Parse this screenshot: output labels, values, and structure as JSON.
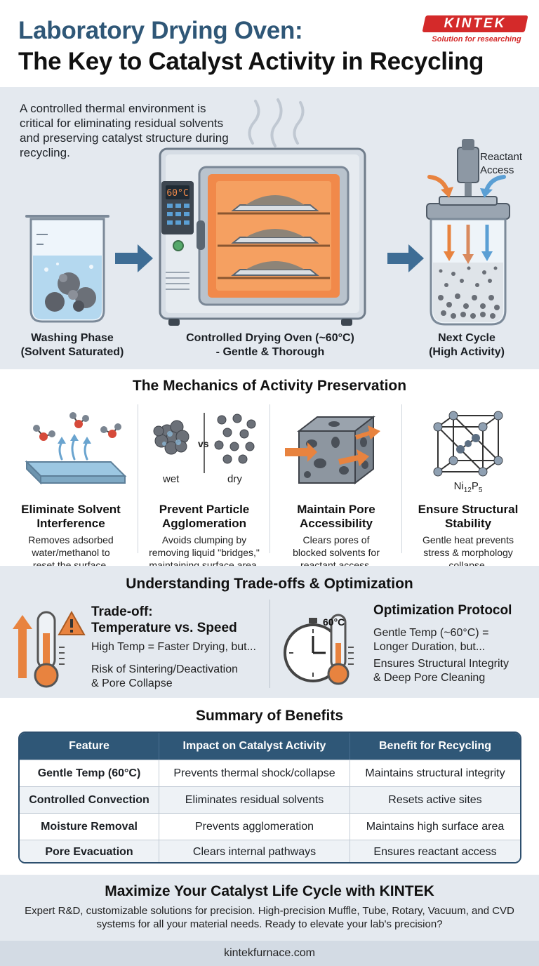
{
  "header": {
    "title_line1": "Laboratory Drying Oven:",
    "title_line2": "The Key to Catalyst Activity in Recycling",
    "logo_text": "KINTEK",
    "logo_tagline": "Solution for researching"
  },
  "hero": {
    "intro": "A controlled thermal environment is critical for eliminating residual solvents and preserving catalyst structure during recycling.",
    "oven_display": "60°C",
    "reactant_label_line1": "Reactant",
    "reactant_label_line2": "Access",
    "captions": [
      {
        "line1": "Washing Phase",
        "line2": "(Solvent Saturated)"
      },
      {
        "line1": "Controlled Drying Oven (~60°C)",
        "line2": "- Gentle & Thorough"
      },
      {
        "line1": "Next Cycle",
        "line2": "(High Activity)"
      }
    ]
  },
  "mechanics": {
    "title": "The Mechanics of Activity Preservation",
    "wet_label": "wet",
    "vs_label": "vs",
    "dry_label": "dry",
    "formula": "Ni",
    "formula_sub1": "12",
    "formula_mid": "P",
    "formula_sub2": "5",
    "items": [
      {
        "title_line1": "Eliminate Solvent",
        "title_line2": "Interference",
        "desc_line1": "Removes adsorbed",
        "desc_line2": "water/methanol to",
        "desc_line3": "reset the surface."
      },
      {
        "title_line1": "Prevent Particle",
        "title_line2": "Agglomeration",
        "desc_line1": "Avoids clumping by",
        "desc_line2": "removing liquid \"bridges,\"",
        "desc_line3": "maintaining surface area."
      },
      {
        "title_line1": "Maintain Pore",
        "title_line2": "Accessibility",
        "desc_line1": "Clears pores of",
        "desc_line2": "blocked solvents for",
        "desc_line3": "reactant access."
      },
      {
        "title_line1": "Ensure Structural",
        "title_line2": "Stability",
        "desc_line1": "Gentle heat prevents",
        "desc_line2": "stress & morphology",
        "desc_line3": "collapse."
      }
    ]
  },
  "tradeoffs": {
    "title": "Understanding Trade-offs & Optimization",
    "left": {
      "title_line1": "Trade-off:",
      "title_line2": "Temperature vs. Speed",
      "text1": "High Temp = Faster Drying, but...",
      "text2_line1": "Risk of Sintering/Deactivation",
      "text2_line2": "& Pore Collapse"
    },
    "right": {
      "temp_label": "60°C",
      "title": "Optimization Protocol",
      "text1_line1": "Gentle Temp (~60°C) =",
      "text1_line2": "Longer Duration, but...",
      "text2_line1": "Ensures Structural Integrity",
      "text2_line2": "& Deep Pore Cleaning"
    }
  },
  "summary": {
    "title": "Summary of Benefits",
    "headers": [
      "Feature",
      "Impact on Catalyst Activity",
      "Benefit for Recycling"
    ],
    "rows": [
      [
        "Gentle Temp (60°C)",
        "Prevents thermal shock/collapse",
        "Maintains structural integrity"
      ],
      [
        "Controlled Convection",
        "Eliminates residual solvents",
        "Resets active sites"
      ],
      [
        "Moisture Removal",
        "Prevents agglomeration",
        "Maintains high surface area"
      ],
      [
        "Pore Evacuation",
        "Clears internal pathways",
        "Ensures reactant access"
      ]
    ]
  },
  "cta": {
    "title": "Maximize Your Catalyst Life Cycle with KINTEK",
    "text": "Expert R&D, customizable solutions for precision. High-precision Muffle, Tube, Rotary, Vacuum, and CVD systems for all your material needs. Ready to elevate your lab's precision?"
  },
  "footer": {
    "url": "kintekfurnace.com"
  },
  "colors": {
    "title_blue": "#2f5777",
    "brand_red": "#d42a2a",
    "section_bg": "#e4e9ef",
    "arrow_blue": "#3e6d95",
    "heat_orange": "#e8833f"
  }
}
